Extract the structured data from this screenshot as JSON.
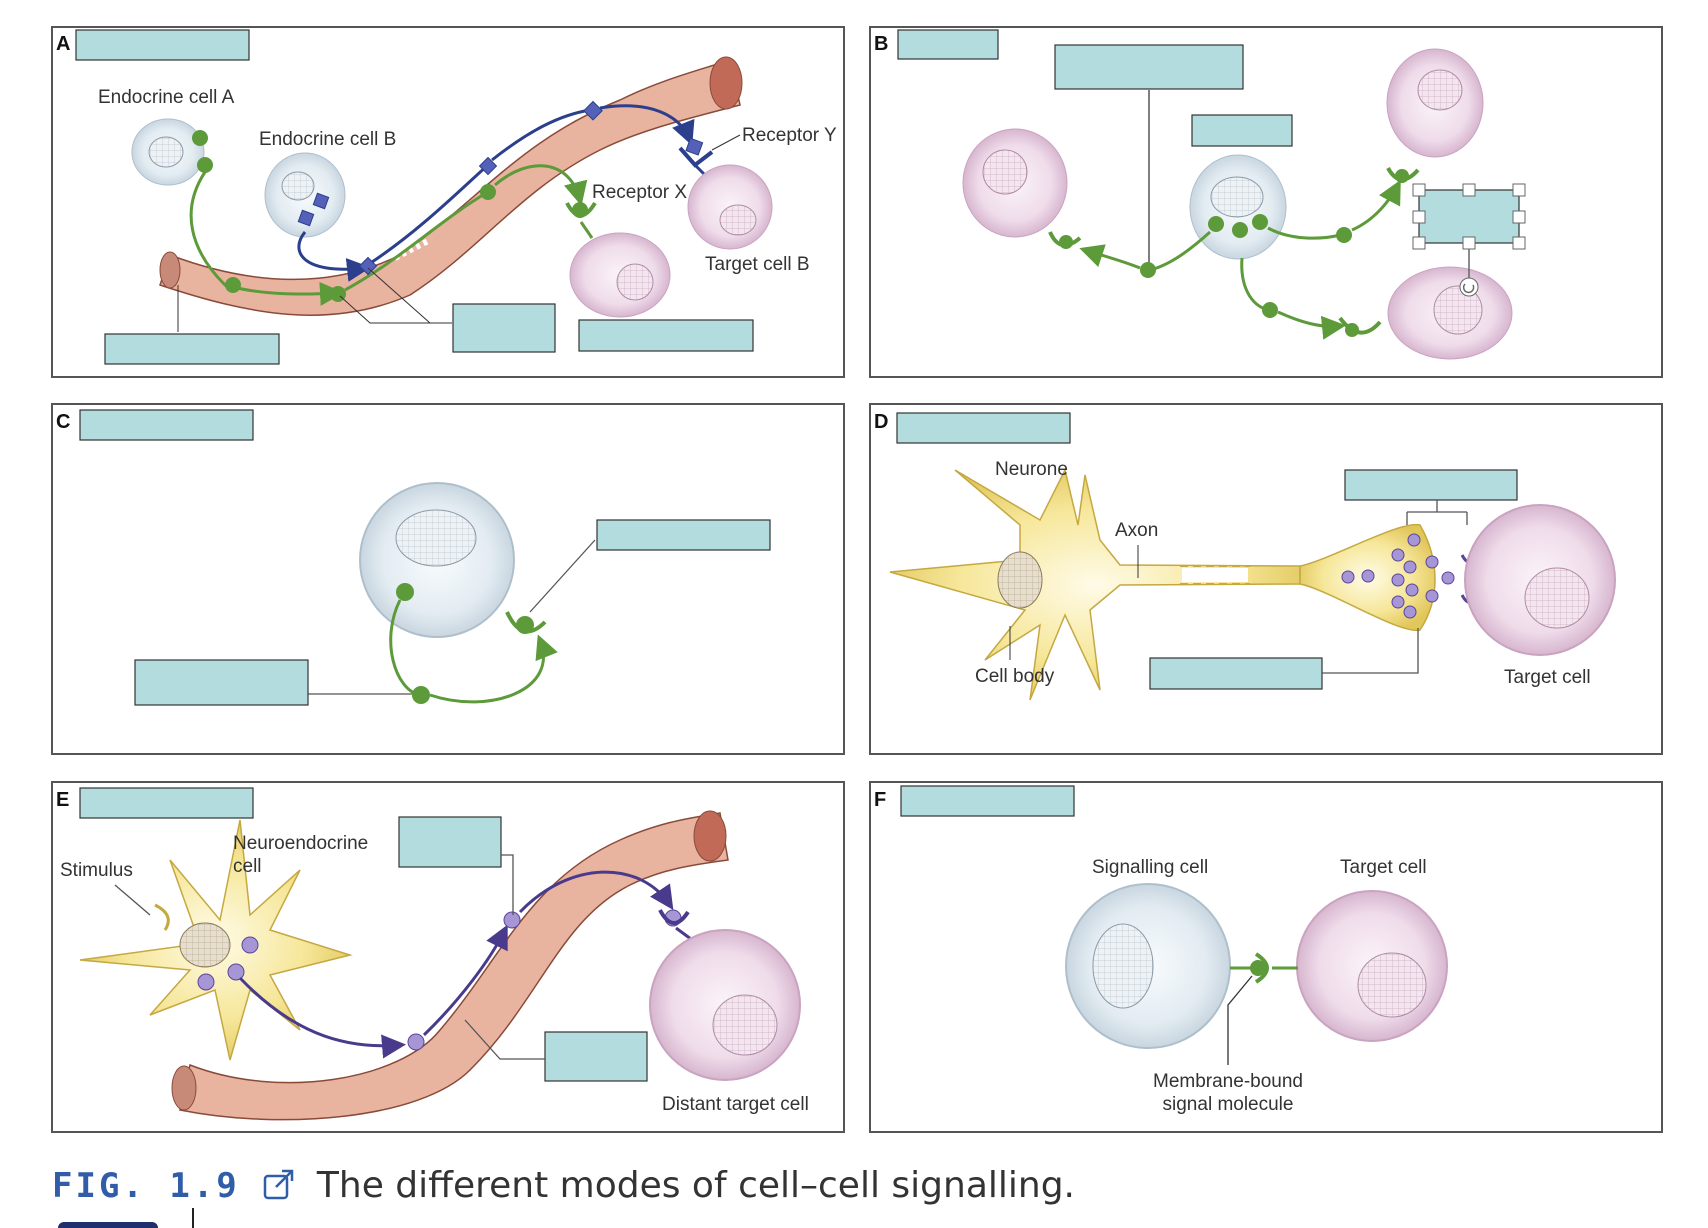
{
  "figure": {
    "caption_number": "FIG. 1.9",
    "caption_text": "The different modes of cell–cell signalling."
  },
  "panels": [
    {
      "letter": "A",
      "labels": [
        "Endocrine cell A",
        "Endocrine cell B",
        "Receptor Y",
        "Receptor X",
        "Target cell B"
      ]
    },
    {
      "letter": "B",
      "labels": []
    },
    {
      "letter": "C",
      "labels": []
    },
    {
      "letter": "D",
      "labels": [
        "Neurone",
        "Axon",
        "Cell body",
        "Target cell"
      ]
    },
    {
      "letter": "E",
      "labels": [
        "Stimulus",
        "Neuroendocrine",
        "cell",
        "Distant target cell"
      ]
    },
    {
      "letter": "F",
      "labels": [
        "Signalling cell",
        "Target cell",
        "Membrane-bound",
        "signal molecule"
      ]
    }
  ],
  "icons": {
    "external_link": "external-link-icon",
    "logo": "university-seal-logo"
  },
  "colors": {
    "signal_green": "#5c9a3a",
    "signal_blue": "#2b3f8c",
    "signal_purple": "#5a4598",
    "label_box": "#b2dcdd",
    "caption_blue": "#2f5da8",
    "vessel": "#e8b4a0",
    "signal_cell": "#dfe8ef",
    "target_cell": "#eedcea",
    "neuron": "#f1df80"
  }
}
